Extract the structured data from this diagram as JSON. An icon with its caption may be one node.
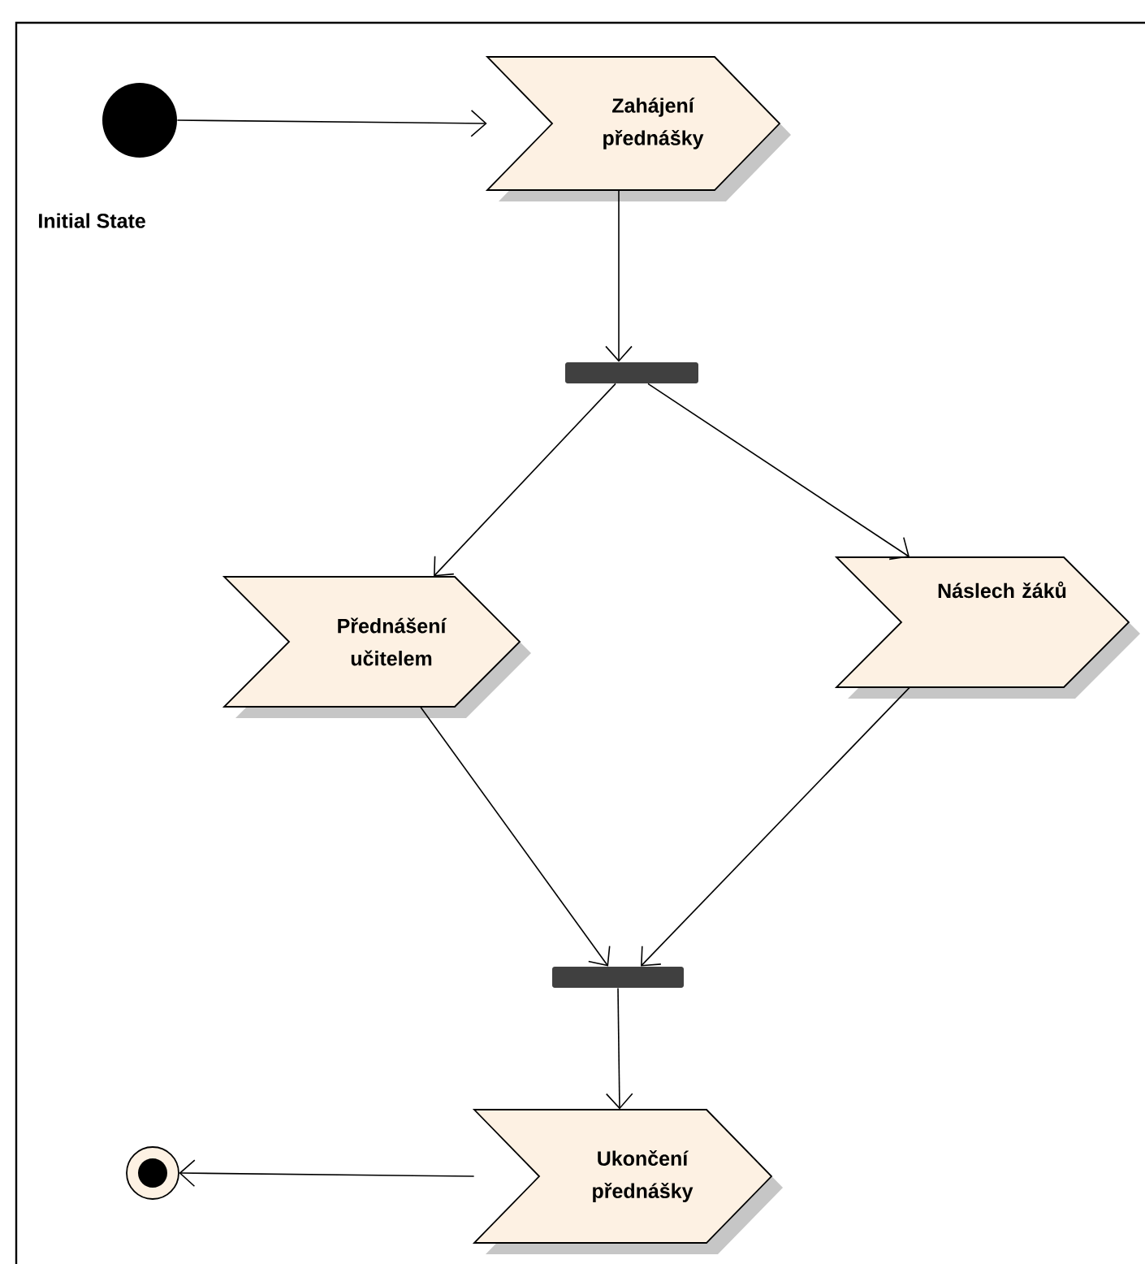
{
  "diagram": {
    "nodes": [
      {
        "text": [],
        "shape": "circle",
        "beside": [
          "Initial State"
        ]
      },
      {
        "text": [
          "Zahájení přednášky"
        ]
      },
      {
        "text": [],
        "shape": "bar"
      },
      {
        "text": [
          "Přednášení učitelem"
        ]
      },
      {
        "text": [
          "Náslech žáků"
        ]
      },
      {
        "text": [],
        "shape": "bar"
      },
      {
        "text": [
          "Ukončení přednášky"
        ]
      },
      {
        "text": [],
        "shape": "circle"
      }
    ],
    "edges": [
      {
        "from": 0,
        "to": 1,
        "arrow": "to"
      },
      {
        "from": 1,
        "to": 2,
        "arrow": "to"
      },
      {
        "from": 2,
        "to": 3,
        "arrow": "to"
      },
      {
        "from": 2,
        "to": 4,
        "arrow": "to"
      },
      {
        "from": 3,
        "to": 5,
        "arrow": "to"
      },
      {
        "from": 4,
        "to": 5,
        "arrow": "to"
      },
      {
        "from": 5,
        "to": 6,
        "arrow": "to"
      },
      {
        "from": 6,
        "to": 7,
        "arrow": "to"
      }
    ]
  }
}
